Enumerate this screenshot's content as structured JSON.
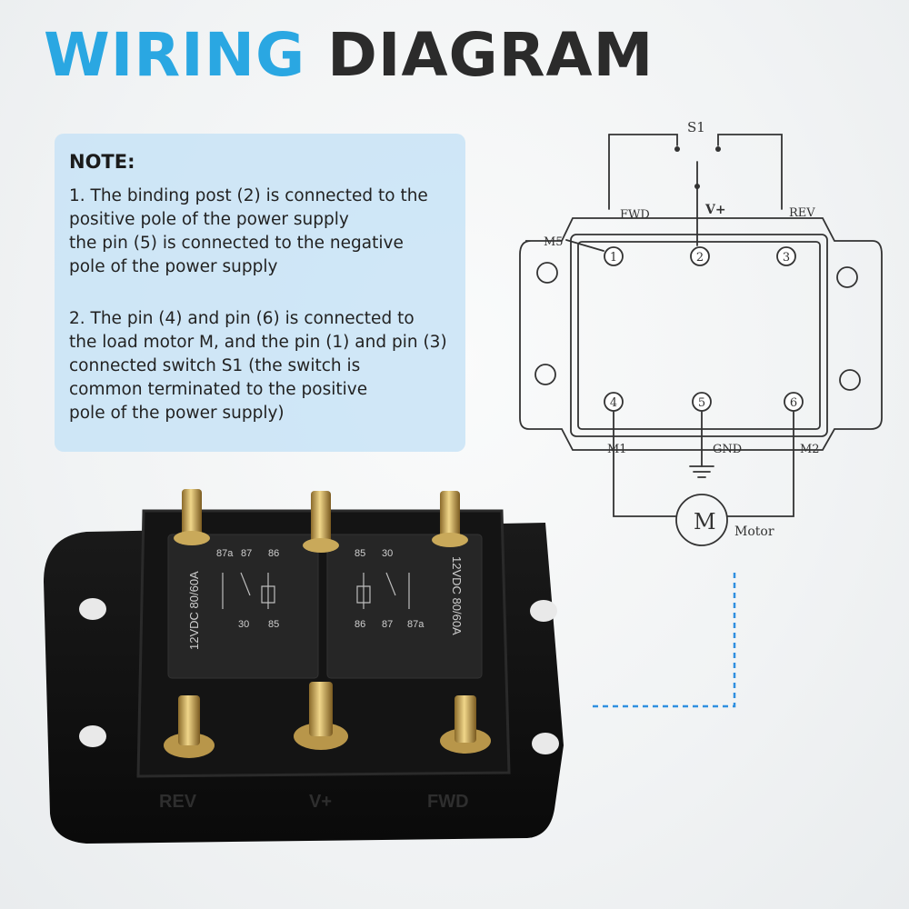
{
  "title": {
    "word1": "WIRING",
    "word2": "DIAGRAM"
  },
  "note": {
    "heading": "NOTE:",
    "para1": [
      "1. The binding post (2) is connected to the",
      "positive pole of the power supply",
      "the pin (5) is connected to the negative",
      "pole of the power supply"
    ],
    "para2": [
      "2. The pin (4) and pin (6) is connected to",
      "the load motor M, and the pin (1) and pin (3)",
      "connected switch S1 (the switch is",
      "common terminated to the positive",
      "pole of the power supply)"
    ]
  },
  "schematic": {
    "switch": "S1",
    "labels": {
      "fwd": "FWD",
      "vplus": "V+",
      "rev": "REV",
      "m5": "M5",
      "m1": "M1",
      "gnd": "GND",
      "m2": "M2"
    },
    "pins": [
      "1",
      "2",
      "3",
      "4",
      "5",
      "6"
    ],
    "motor": {
      "symbol": "M",
      "label": "Motor"
    }
  },
  "relays": {
    "left": {
      "rating": "12VDC  80/60A",
      "pins": [
        "87a",
        "87",
        "86",
        "30",
        "85"
      ]
    },
    "right": {
      "rating": "12VDC  80/60A",
      "pins": [
        "85",
        "30",
        "87a",
        "86",
        "87"
      ]
    }
  },
  "housing": {
    "labels": [
      "REV",
      "V+",
      "FWD"
    ]
  },
  "colors": {
    "accent": "#2aa7e2",
    "dark": "#2b2b2b",
    "note_bg": "#c4e2f6",
    "connector": "#2f8fe0"
  }
}
